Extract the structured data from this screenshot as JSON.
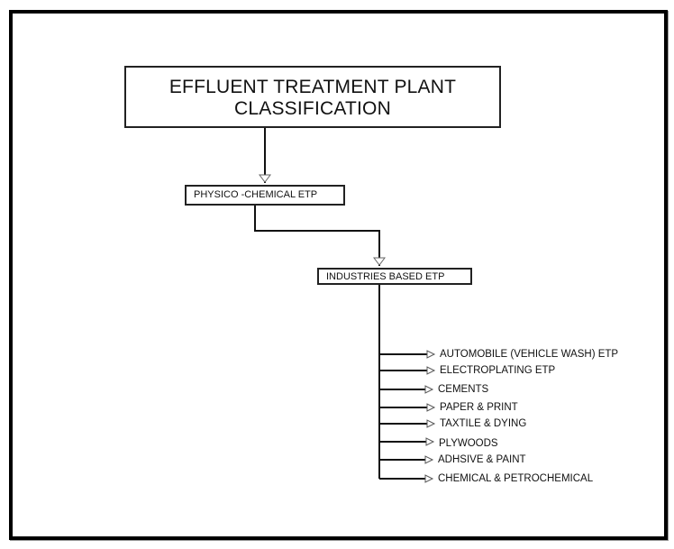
{
  "title": {
    "line1": "EFFLUENT TREATMENT  PLANT",
    "line2": "CLASSIFICATION"
  },
  "level1": {
    "label": "PHYSICO -CHEMICAL ETP"
  },
  "level2": {
    "label": "INDUSTRIES BASED  ETP"
  },
  "industries": [
    {
      "label": "AUTOMOBILE (VEHICLE WASH) ETP"
    },
    {
      "label": "ELECTROPLATING ETP"
    },
    {
      "label": "CEMENTS"
    },
    {
      "label": "PAPER & PRINT"
    },
    {
      "label": "TAXTILE & DYING"
    },
    {
      "label": "PLYWOODS"
    },
    {
      "label": "ADHSIVE & PAINT"
    },
    {
      "label": "CHEMICAL & PETROCHEMICAL"
    }
  ]
}
